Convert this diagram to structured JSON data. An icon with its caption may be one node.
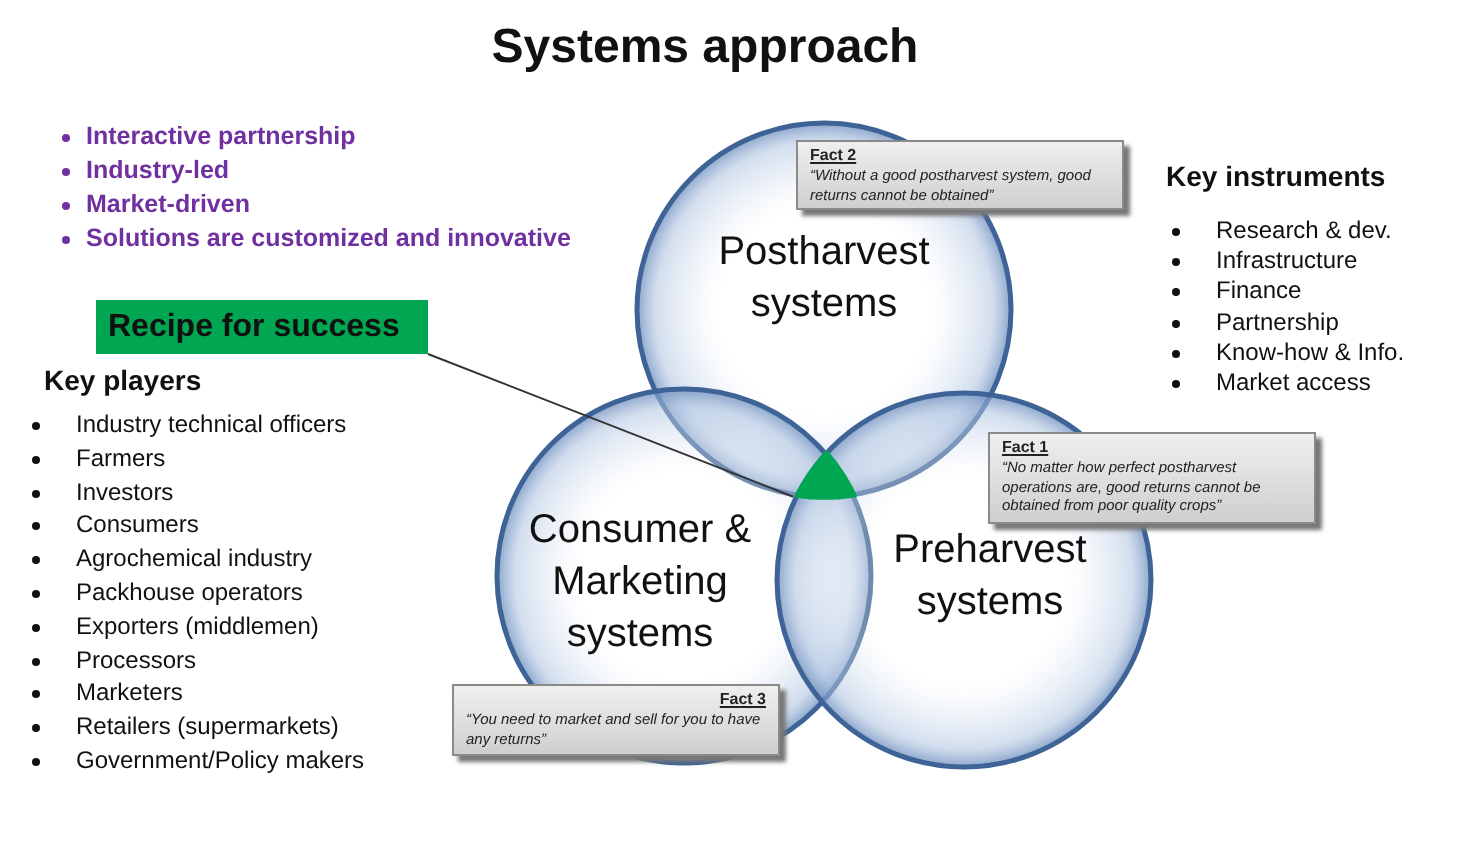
{
  "diagram": {
    "title": "Systems approach",
    "nodes": [
      {
        "text": [
          "Postharvest systems"
        ]
      },
      {
        "text": [
          "Consumer & Marketing systems"
        ]
      },
      {
        "text": [
          "Preharvest systems"
        ]
      },
      {
        "text": [
          "Recipe for success"
        ]
      },
      {
        "text": [],
        "shape": "wedge"
      },
      {
        "text": [
          "Fact 2",
          "“Without a good postharvest system, good returns cannot be obtained”"
        ]
      },
      {
        "text": [
          "Fact 1",
          "“No matter how perfect postharvest operations are, good returns cannot be obtained from poor quality crops”"
        ]
      },
      {
        "text": [
          "Fact 3",
          "“You need to market and sell for you to have any returns”"
        ]
      }
    ],
    "edges": [
      {
        "from": 3,
        "to": 4,
        "arrow": "none"
      }
    ],
    "labels": [
      "Interactive partnership",
      "Industry-led",
      "Market-driven",
      "Solutions are customized and innovative",
      "Key players",
      "Industry technical officers",
      "Farmers",
      "Investors",
      "Consumers",
      "Agrochemical industry",
      "Packhouse operators",
      "Exporters (middlemen)",
      "Processors",
      "Marketers",
      "Retailers (supermarkets)",
      "Government/Policy makers",
      "Key instruments",
      "Research & dev.",
      "Infrastructure",
      "Finance",
      "Partnership",
      "Know-how & Info.",
      "Market access"
    ]
  }
}
